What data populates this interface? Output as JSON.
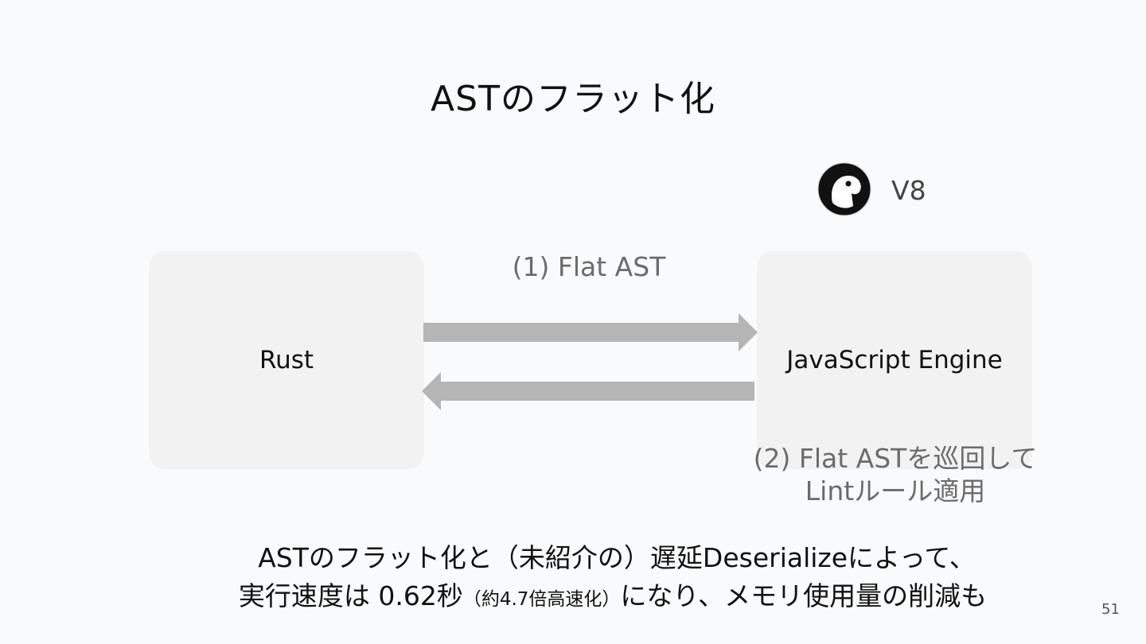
{
  "slide": {
    "title": "ASTのフラット化",
    "page_number": "51"
  },
  "diagram": {
    "rust_label": "Rust",
    "engine_label": "JavaScript Engine",
    "v8_label": "V8",
    "forward_arrow_label": "(1) Flat AST",
    "backward_label_line1": "(2) Flat ASTを巡回して",
    "backward_label_line2": "Lintルール適用"
  },
  "summary": {
    "line1": "ASTのフラット化と（未紹介の）遅延Deserializeによって、",
    "line2_main": "実行速度は 0.62秒",
    "line2_small": "（約4.7倍高速化）",
    "line2_end": "になり、メモリ使用量の削減も"
  },
  "colors": {
    "box": "#f2f2f2",
    "arrow": "#b5b5b5",
    "muted_text": "#6b6b6b"
  }
}
